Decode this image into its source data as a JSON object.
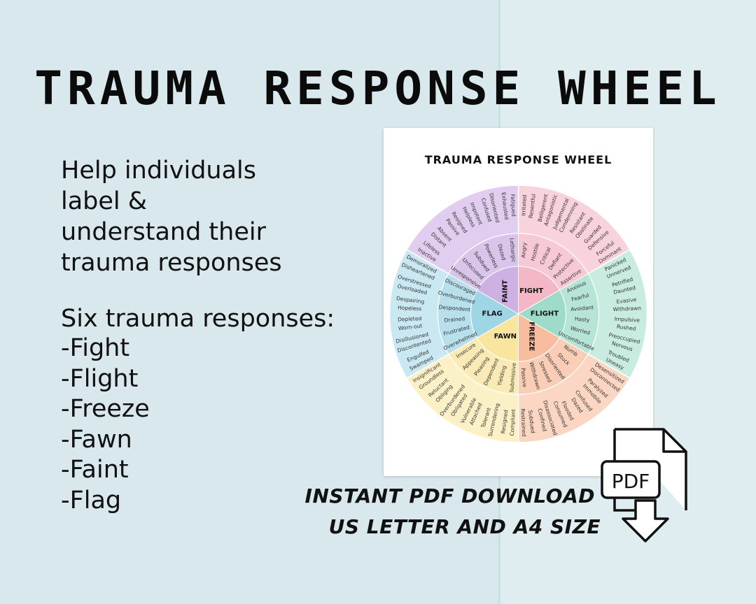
{
  "title": "TRAUMA RESPONSE WHEEL",
  "description": [
    "Help individuals",
    "label &",
    "understand their",
    "trauma responses"
  ],
  "responses_heading": "Six trauma responses:",
  "responses": [
    "-Fight",
    "-Flight",
    "-Freeze",
    "-Fawn",
    "-Faint",
    "-Flag"
  ],
  "preview_title": "TRAUMA RESPONSE WHEEL",
  "promo_line1": "INSTANT PDF DOWNLOAD",
  "promo_line2": "US LETTER AND A4 SIZE",
  "pdf_icon_label": "PDF",
  "wheel": {
    "segments": [
      {
        "name": "FIGHT",
        "inner": "#f3b7c6",
        "outer": "#f8d3dc",
        "middle": [
          "Angry",
          "Hostile",
          "Critical",
          "Defiant",
          "Protective",
          "Assertive"
        ],
        "outer_words": [
          "Irritated",
          "Resentful",
          "Belligerent",
          "Antagonistic",
          "Judgemental",
          "Condemning",
          "Resistant",
          "Obstinate",
          "Guarded",
          "Defensive",
          "Forceful",
          "Dominant"
        ]
      },
      {
        "name": "FLIGHT",
        "inner": "#9edcc9",
        "outer": "#c8ecdf",
        "middle": [
          "Anxious",
          "Fearful",
          "Avoidant",
          "Hasty",
          "Worried",
          "Uncomfortable"
        ],
        "outer_words": [
          "Panicked",
          "Unnerved",
          "Petrified",
          "Daunted",
          "Evasive",
          "Withdrawn",
          "Impulsive",
          "Rushed",
          "Preoccupied",
          "Nervous",
          "Troubled",
          "Uneasy"
        ]
      },
      {
        "name": "FREEZE",
        "inner": "#f8bd9e",
        "outer": "#fbd6c2",
        "middle": [
          "Numb",
          "Stuck",
          "Disoriented",
          "Stressed",
          "Withdrawn",
          "Passive"
        ],
        "outer_words": [
          "Desensitized",
          "Disconnected",
          "Paralyzed",
          "Immobile",
          "Confused",
          "Dazed",
          "Flooded",
          "Consumed",
          "Disassociated",
          "Confined",
          "Subdued",
          "Restrained"
        ]
      },
      {
        "name": "FAWN",
        "inner": "#f9e59e",
        "outer": "#fcf0c6",
        "middle": [
          "Submissive",
          "Yielding",
          "Dependent",
          "Pleasing",
          "Appeasing",
          "Insecure"
        ],
        "outer_words": [
          "Compliant",
          "Resigned",
          "Surrendering",
          "Tolerant",
          "Attached",
          "Vulnerable",
          "Obligated",
          "Overburdened",
          "Obliging",
          "Reluctant",
          "Groundless",
          "Insignificant"
        ]
      },
      {
        "name": "FLAG",
        "inner": "#9fd6e6",
        "outer": "#c9e8f1",
        "middle": [
          "Overwhelmed",
          "Frustrated",
          "Drained",
          "Despondent",
          "Overburdened",
          "Discouraged"
        ],
        "outer_words": [
          "Swamped",
          "Engulfed",
          "Discontented",
          "Disillusioned",
          "Worn-out",
          "Depleted",
          "Hopeless",
          "Despairing",
          "Overloaded",
          "Overstressed",
          "Disheartened",
          "Demoralized"
        ]
      },
      {
        "name": "FAINT",
        "inner": "#cdb1e3",
        "outer": "#e0cdf0",
        "middle": [
          "Unresponsive",
          "Unfocused",
          "Subdued",
          "Powerless",
          "Dazed",
          "Lethargic"
        ],
        "outer_words": [
          "Inactive",
          "Lifeless",
          "Distant",
          "Absent",
          "Passive",
          "Resigned",
          "Helpless",
          "Impotent",
          "Confused",
          "Disoriented",
          "Exhausted",
          "Fatigued"
        ]
      }
    ]
  }
}
